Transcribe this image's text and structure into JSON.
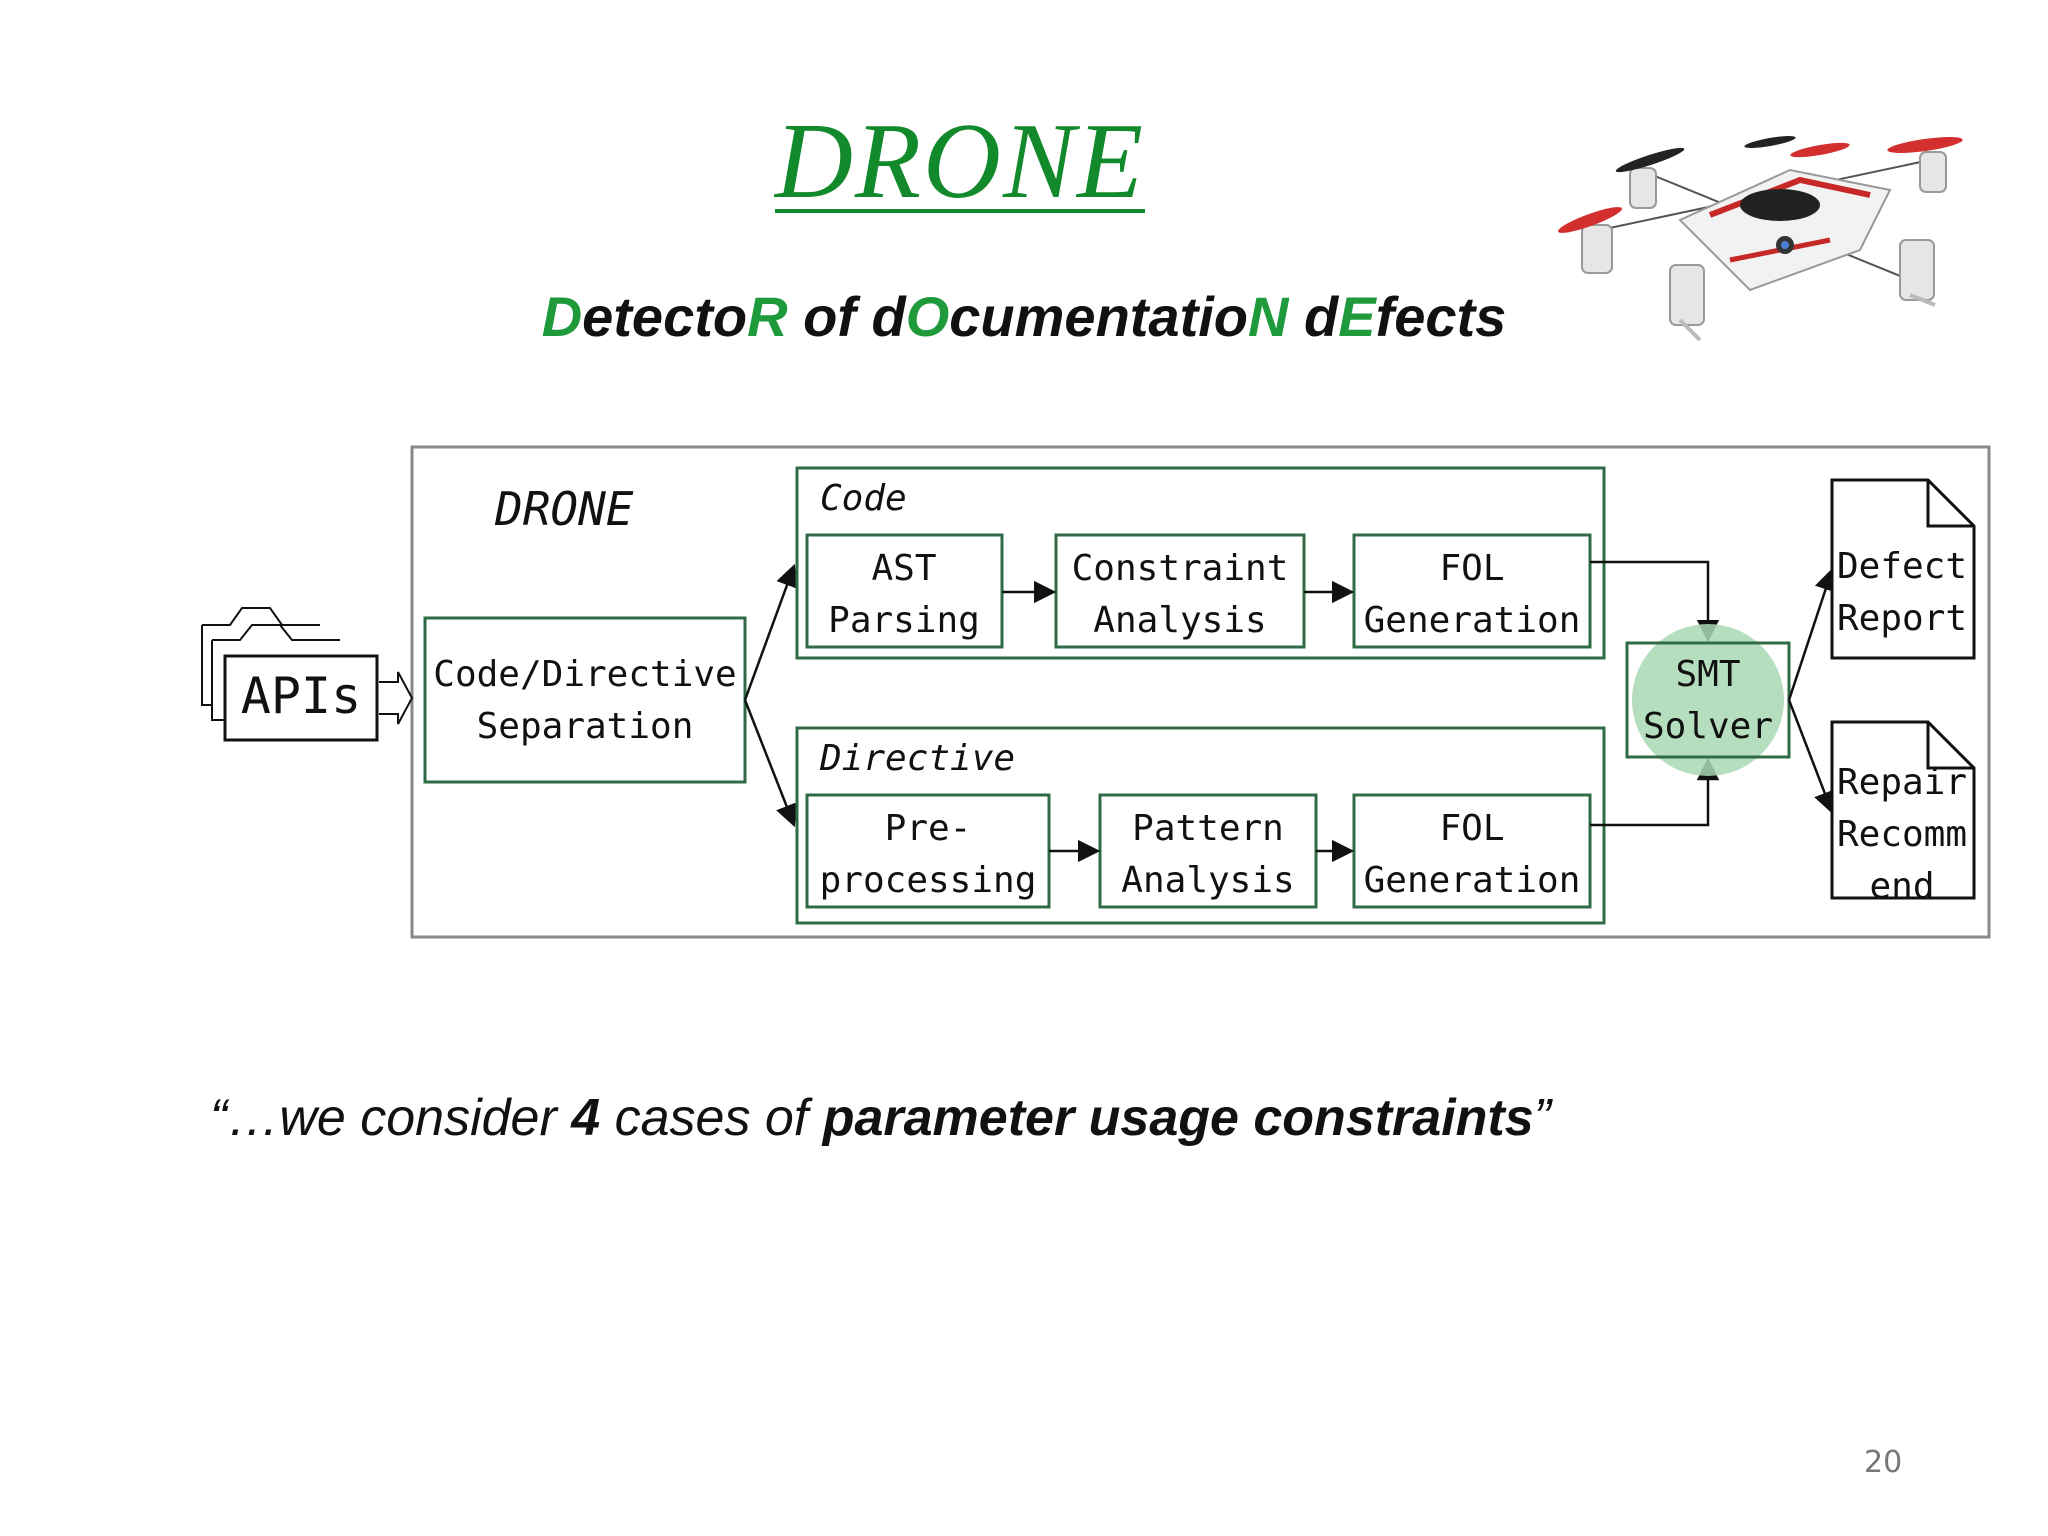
{
  "slide": {
    "title": "DRONE",
    "subtitle": [
      {
        "t": "D",
        "hl": true
      },
      {
        "t": "etecto",
        "hl": false
      },
      {
        "t": "R",
        "hl": true
      },
      {
        "t": " of d",
        "hl": false
      },
      {
        "t": "O",
        "hl": true
      },
      {
        "t": "cumentatio",
        "hl": false
      },
      {
        "t": "N",
        "hl": true
      },
      {
        "t": " d",
        "hl": false
      },
      {
        "t": "E",
        "hl": true
      },
      {
        "t": "fects",
        "hl": false
      }
    ],
    "quote": {
      "open": "“…we consider ",
      "number": "4",
      "middle": " cases of ",
      "emphasis": "parameter usage constraints",
      "close": "”"
    },
    "page_number": "20"
  },
  "diagram": {
    "frame_label": "DRONE",
    "input_label": "APIs",
    "separation": [
      "Code/Directive",
      "Separation"
    ],
    "code_group": {
      "label": "Code",
      "steps": [
        [
          "AST",
          "Parsing"
        ],
        [
          "Constraint",
          "Analysis"
        ],
        [
          "FOL",
          "Generation"
        ]
      ]
    },
    "directive_group": {
      "label": "Directive",
      "steps": [
        [
          "Pre-",
          "processing"
        ],
        [
          "Pattern",
          "Analysis"
        ],
        [
          "FOL",
          "Generation"
        ]
      ]
    },
    "solver": [
      "SMT",
      "Solver"
    ],
    "outputs": [
      [
        "Defect",
        "Report"
      ],
      [
        "Repair",
        "Recomm",
        "end"
      ]
    ],
    "colors": {
      "box_border": "#2f6b44",
      "solver_fill": "#a7d8b3",
      "accent": "#128a2c"
    }
  }
}
